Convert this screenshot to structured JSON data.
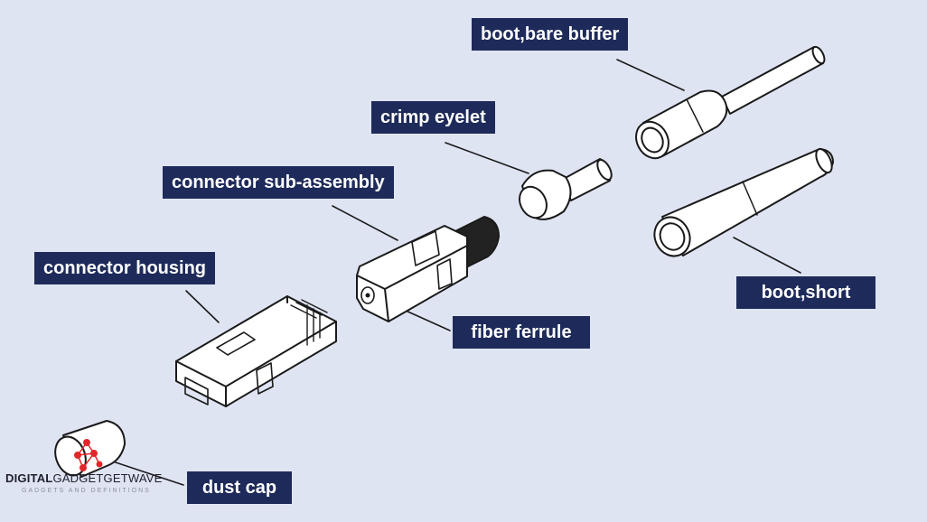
{
  "labels": {
    "boot_bare_buffer": "boot,bare buffer",
    "crimp_eyelet": "crimp eyelet",
    "connector_sub_assembly": "connector sub-assembly",
    "connector_housing": "connector housing",
    "boot_short": "boot,short",
    "fiber_ferrule": "fiber ferrule",
    "dust_cap": "dust cap"
  },
  "watermark": {
    "brand_bold": "DIGITAL",
    "brand_regular": "GADGETGETWAVE",
    "tagline": "GADGETS AND DEFINITIONS",
    "icon": "network-nodes-icon"
  },
  "colors": {
    "background": "#dfe4f2",
    "label_background": "#1e2b5a",
    "label_text": "#ffffff",
    "line_art": "#1a1a1a",
    "watermark_accent": "#e0282b"
  }
}
